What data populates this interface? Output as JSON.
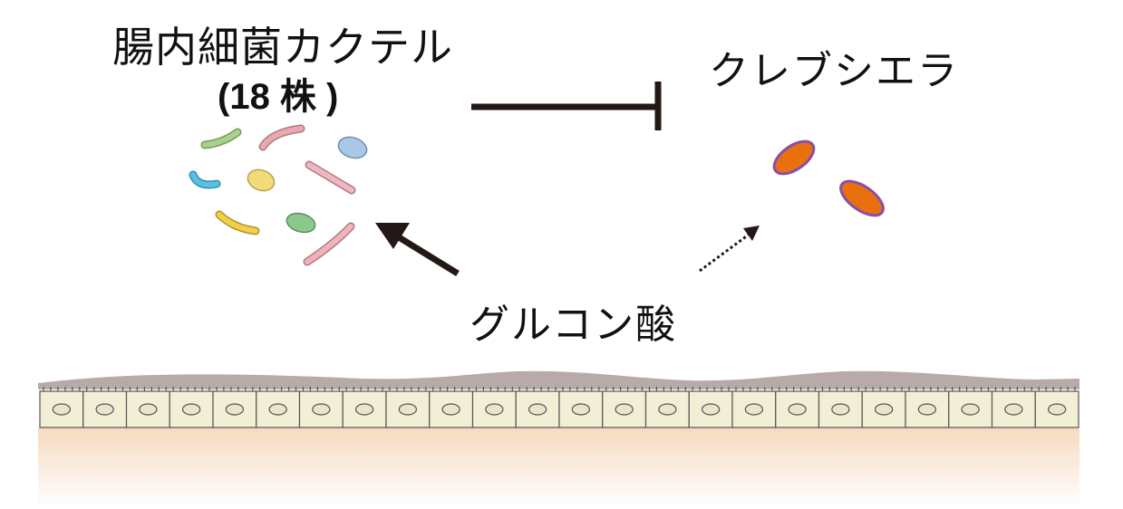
{
  "labels": {
    "cocktail_title": "腸内細菌カクテル",
    "strain_count": "(18 株 )",
    "klebsiella": "クレブシエラ",
    "gluconic_acid": "グルコン酸"
  },
  "colors": {
    "text": "#111111",
    "inhibition_line": "#231815",
    "arrow": "#231815",
    "klebsiella_fill": "#e8700f",
    "klebsiella_outline": "#8a4ea8",
    "mucus": "#b8aaa8",
    "epithelial_cell": "#f3efd6",
    "epithelial_outline": "#555555",
    "tissue_top": "#f7d9bf",
    "tissue_bottom": "#ffffff",
    "bacteria": [
      "#a9d18e",
      "#e8a9b0",
      "#a9c8e8",
      "#5bbfe0",
      "#f2dc7a",
      "#f0b6c0",
      "#f2cf4a",
      "#8cc88c",
      "#efb3bc"
    ]
  },
  "relations": {
    "cocktail_to_klebsiella": "inhibition",
    "gluconic_to_cocktail": "solid-arrow",
    "gluconic_to_klebsiella": "dotted-arrow"
  },
  "epithelium": {
    "cell_count": 24
  }
}
